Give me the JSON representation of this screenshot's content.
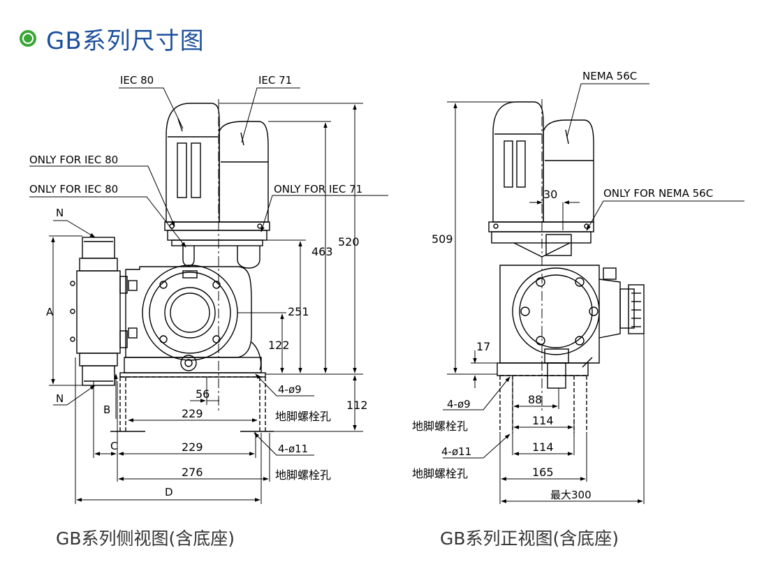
{
  "title": "GB系列尺寸图",
  "colors": {
    "title": "#1c4f9c",
    "bullet": "#3aa635",
    "line": "#000000",
    "caption": "#333333"
  },
  "side_view": {
    "caption": "GB系列侧视图(含底座)",
    "labels": {
      "iec80": "IEC 80",
      "iec71": "IEC 71",
      "only_iec80_a": "ONLY FOR IEC 80",
      "only_iec80_b": "ONLY FOR IEC 80",
      "only_iec71": "ONLY FOR IEC 71",
      "n_top": "N",
      "n_bottom": "N",
      "a": "A",
      "b": "B",
      "c": "C",
      "d": "D",
      "hole9_spec": "4-ø9",
      "hole9_text": "地脚螺栓孔",
      "hole11_spec": "4-ø11",
      "hole11_text": "地脚螺栓孔"
    },
    "dims": {
      "h520": "520",
      "h463": "463",
      "h251": "251",
      "h122": "122",
      "h112": "112",
      "w56": "56",
      "w229a": "229",
      "w229b": "229",
      "w276": "276"
    }
  },
  "front_view": {
    "caption": "GB系列正视图(含底座)",
    "labels": {
      "nema56c": "NEMA 56C",
      "only_nema": "ONLY FOR NEMA 56C",
      "hole9_spec": "4-ø9",
      "hole9_text": "地脚螺栓孔",
      "hole11_spec": "4-ø11",
      "hole11_text": "地脚螺栓孔"
    },
    "dims": {
      "h509": "509",
      "w30": "30",
      "h17": "17",
      "w88": "88",
      "w114a": "114",
      "w114b": "114",
      "w165": "165",
      "w300": "最大300"
    }
  }
}
